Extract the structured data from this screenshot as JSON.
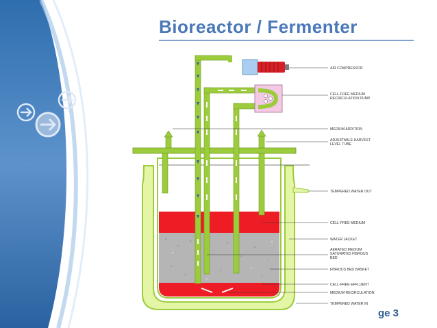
{
  "slide": {
    "title": "Bioreactor / Fermenter",
    "page_label": "ge 3"
  },
  "colors": {
    "title": "#4a78b8",
    "side_band": "#2e6aa8",
    "frame_green": "#9ccc3c",
    "jacket": "#e4f6a6",
    "medium_red": "#ee1c24",
    "motor_red": "#d61f26",
    "air_box": "#a9cef0",
    "pump_box": "#f3c9e3",
    "fibrous_bed": "#b5b5b5"
  },
  "diagram": {
    "labels": {
      "air_compressor": "AIR COMPRESSOR",
      "pump_1": "CELL-FREE MEDIUM",
      "pump_2": "RECIRCULATION PUMP",
      "medium_addition": "MEDIUM ADDITION",
      "harvest_1": "ADJUSTABLE HARVEST",
      "harvest_2": "LEVEL TUBE",
      "water_out": "TEMPERED WATER OUT",
      "cell_free_medium": "CELL-FREE MEDIUM",
      "water_jacket": "WATER JACKET",
      "aerated_1": "AERATED MEDIUM",
      "aerated_2": "SATURATED FIBROUS",
      "aerated_3": "BED",
      "basket": "FIBROUS BED BASKET",
      "effluent": "CELL-FREE EFFLUENT",
      "recirculation": "MEDIUM RECIRCULATION",
      "water_in": "TEMPERED WATER IN"
    }
  }
}
